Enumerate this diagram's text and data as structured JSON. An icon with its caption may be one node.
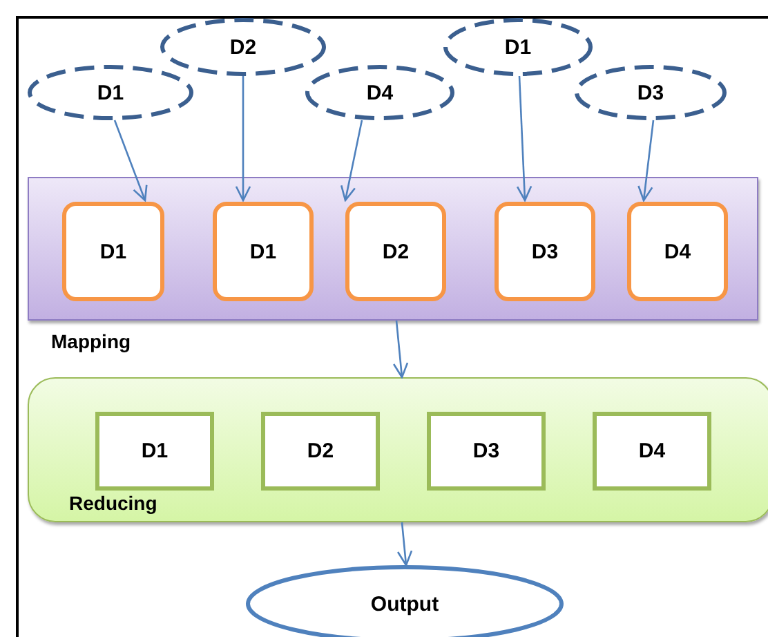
{
  "diagram": {
    "nodes": [
      {
        "text": [
          "D1"
        ]
      },
      {
        "text": [
          "D2"
        ]
      },
      {
        "text": [
          "D4"
        ]
      },
      {
        "text": [
          "D1"
        ]
      },
      {
        "text": [
          "D3"
        ]
      },
      {
        "text": [
          "Mapping"
        ]
      },
      {
        "text": [
          "D1"
        ],
        "in": 5
      },
      {
        "text": [
          "D1"
        ],
        "in": 5
      },
      {
        "text": [
          "D2"
        ],
        "in": 5
      },
      {
        "text": [
          "D3"
        ],
        "in": 5
      },
      {
        "text": [
          "D4"
        ],
        "in": 5
      },
      {
        "text": [
          "Reducing"
        ]
      },
      {
        "text": [
          "D1"
        ],
        "in": 11
      },
      {
        "text": [
          "D2"
        ],
        "in": 11
      },
      {
        "text": [
          "D3"
        ],
        "in": 11
      },
      {
        "text": [
          "D4"
        ],
        "in": 11
      },
      {
        "text": [
          "Output"
        ]
      }
    ],
    "edges": [
      {
        "from": 0,
        "to": 6,
        "arrow": "to"
      },
      {
        "from": 1,
        "to": 7,
        "arrow": "to"
      },
      {
        "from": 2,
        "to": 8,
        "arrow": "to"
      },
      {
        "from": 3,
        "to": 9,
        "arrow": "to"
      },
      {
        "from": 4,
        "to": 10,
        "arrow": "to"
      },
      {
        "from": 5,
        "to": 11,
        "arrow": "to"
      },
      {
        "from": 11,
        "to": 16,
        "arrow": "to"
      }
    ]
  }
}
